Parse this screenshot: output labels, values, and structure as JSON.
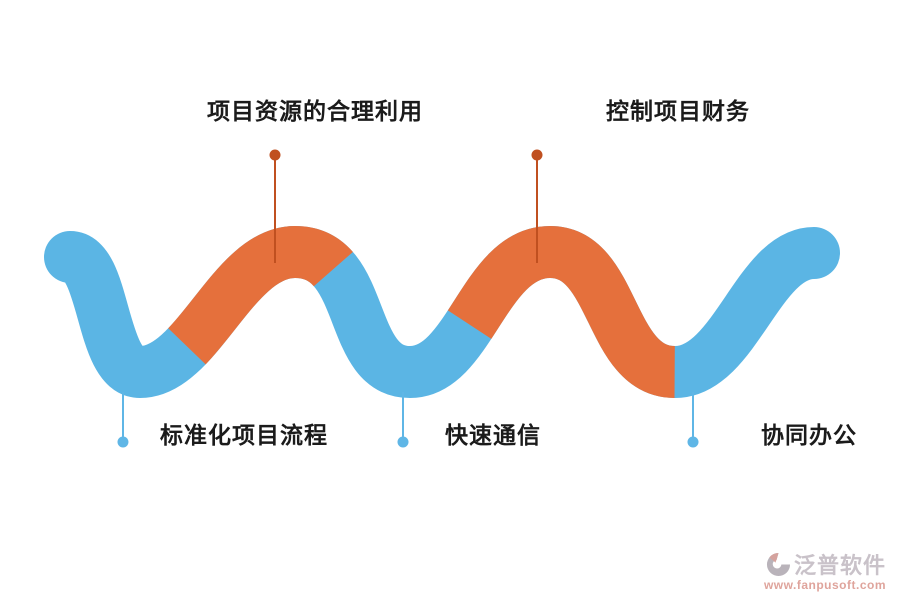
{
  "diagram": {
    "type": "wave-ribbon-infographic",
    "items": [
      {
        "label": "项目资源的合理利用",
        "position": "top",
        "marker_color": "#c05020"
      },
      {
        "label": "控制项目财务",
        "position": "top",
        "marker_color": "#c05020"
      },
      {
        "label": "标准化项目流程",
        "position": "bottom",
        "marker_color": "#5fb6e6"
      },
      {
        "label": "快速通信",
        "position": "bottom",
        "marker_color": "#5fb6e6"
      },
      {
        "label": "协同办公",
        "position": "bottom",
        "marker_color": "#5fb6e6"
      }
    ],
    "colors": {
      "ribbon_blue": "#5bb5e4",
      "ribbon_orange": "#e5703c",
      "callout_orange": "#c05020",
      "callout_blue": "#5fb6e6",
      "label_text": "#1b1b1b"
    }
  },
  "watermark": {
    "brand": "泛普软件",
    "url": "www.fanpusoft.com"
  }
}
